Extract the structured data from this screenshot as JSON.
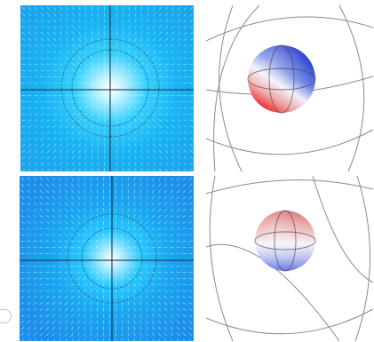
{
  "figure": {
    "panels": [
      {
        "id": "vector-field-top",
        "kind": "vector-field",
        "background": "#19a9ee",
        "center_glow": "#ffffff",
        "field": "radial-outward"
      },
      {
        "id": "sphere-top",
        "kind": "sphere",
        "gradient": [
          "#1f3fd6",
          "#ffffff",
          "#e51414"
        ],
        "orientation": "blue-top-red-bottom-left"
      },
      {
        "id": "vector-field-bottom",
        "kind": "vector-field",
        "background": "#1d97ee",
        "center_glow": "#ffffff",
        "field": "radial-outward"
      },
      {
        "id": "sphere-bottom",
        "kind": "sphere",
        "gradient": [
          "#e08a8a",
          "#ffffff",
          "#7a86e8"
        ],
        "orientation": "red-top-blue-bottom"
      }
    ]
  }
}
